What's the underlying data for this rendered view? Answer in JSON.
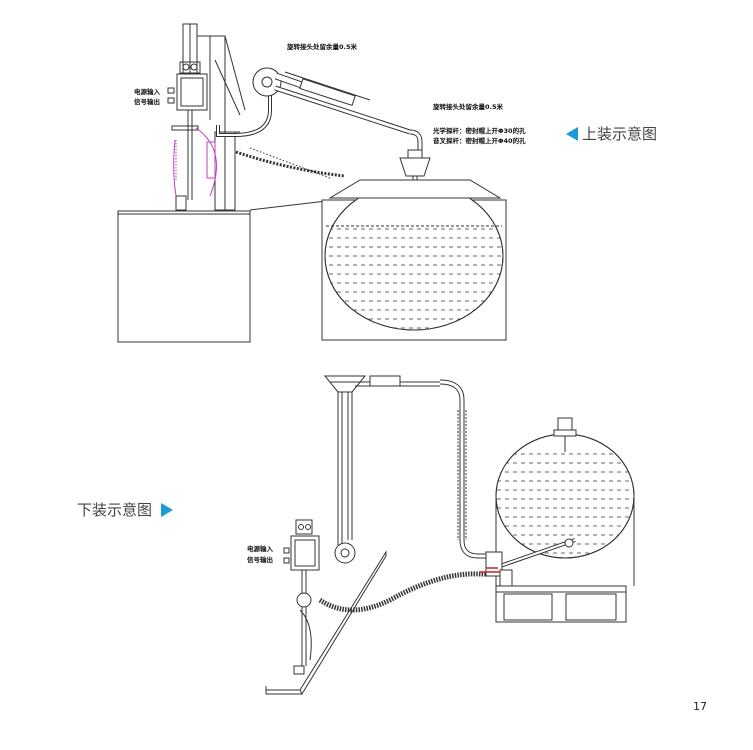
{
  "top_diagram": {
    "caption": "上装示意图",
    "labels": {
      "power_in": "电源输入",
      "signal_out": "信号输出",
      "swivel_margin_1": "旋转接头处留余量0.5米",
      "swivel_margin_2": "旋转接头处留余量0.5米",
      "optical_probe": "光学探杆：密封帽上开Φ30的孔",
      "tuning_fork_probe": "音叉探杆：密封帽上开Φ40的孔"
    }
  },
  "bottom_diagram": {
    "caption": "下装示意图",
    "labels": {
      "power_in": "电源输入",
      "signal_out": "信号输出"
    }
  },
  "page_number": "17",
  "colors": {
    "accent_arrow": "#1a9ad6",
    "line": "#333333",
    "magenta": "#c040c0",
    "red": "#d02020"
  }
}
